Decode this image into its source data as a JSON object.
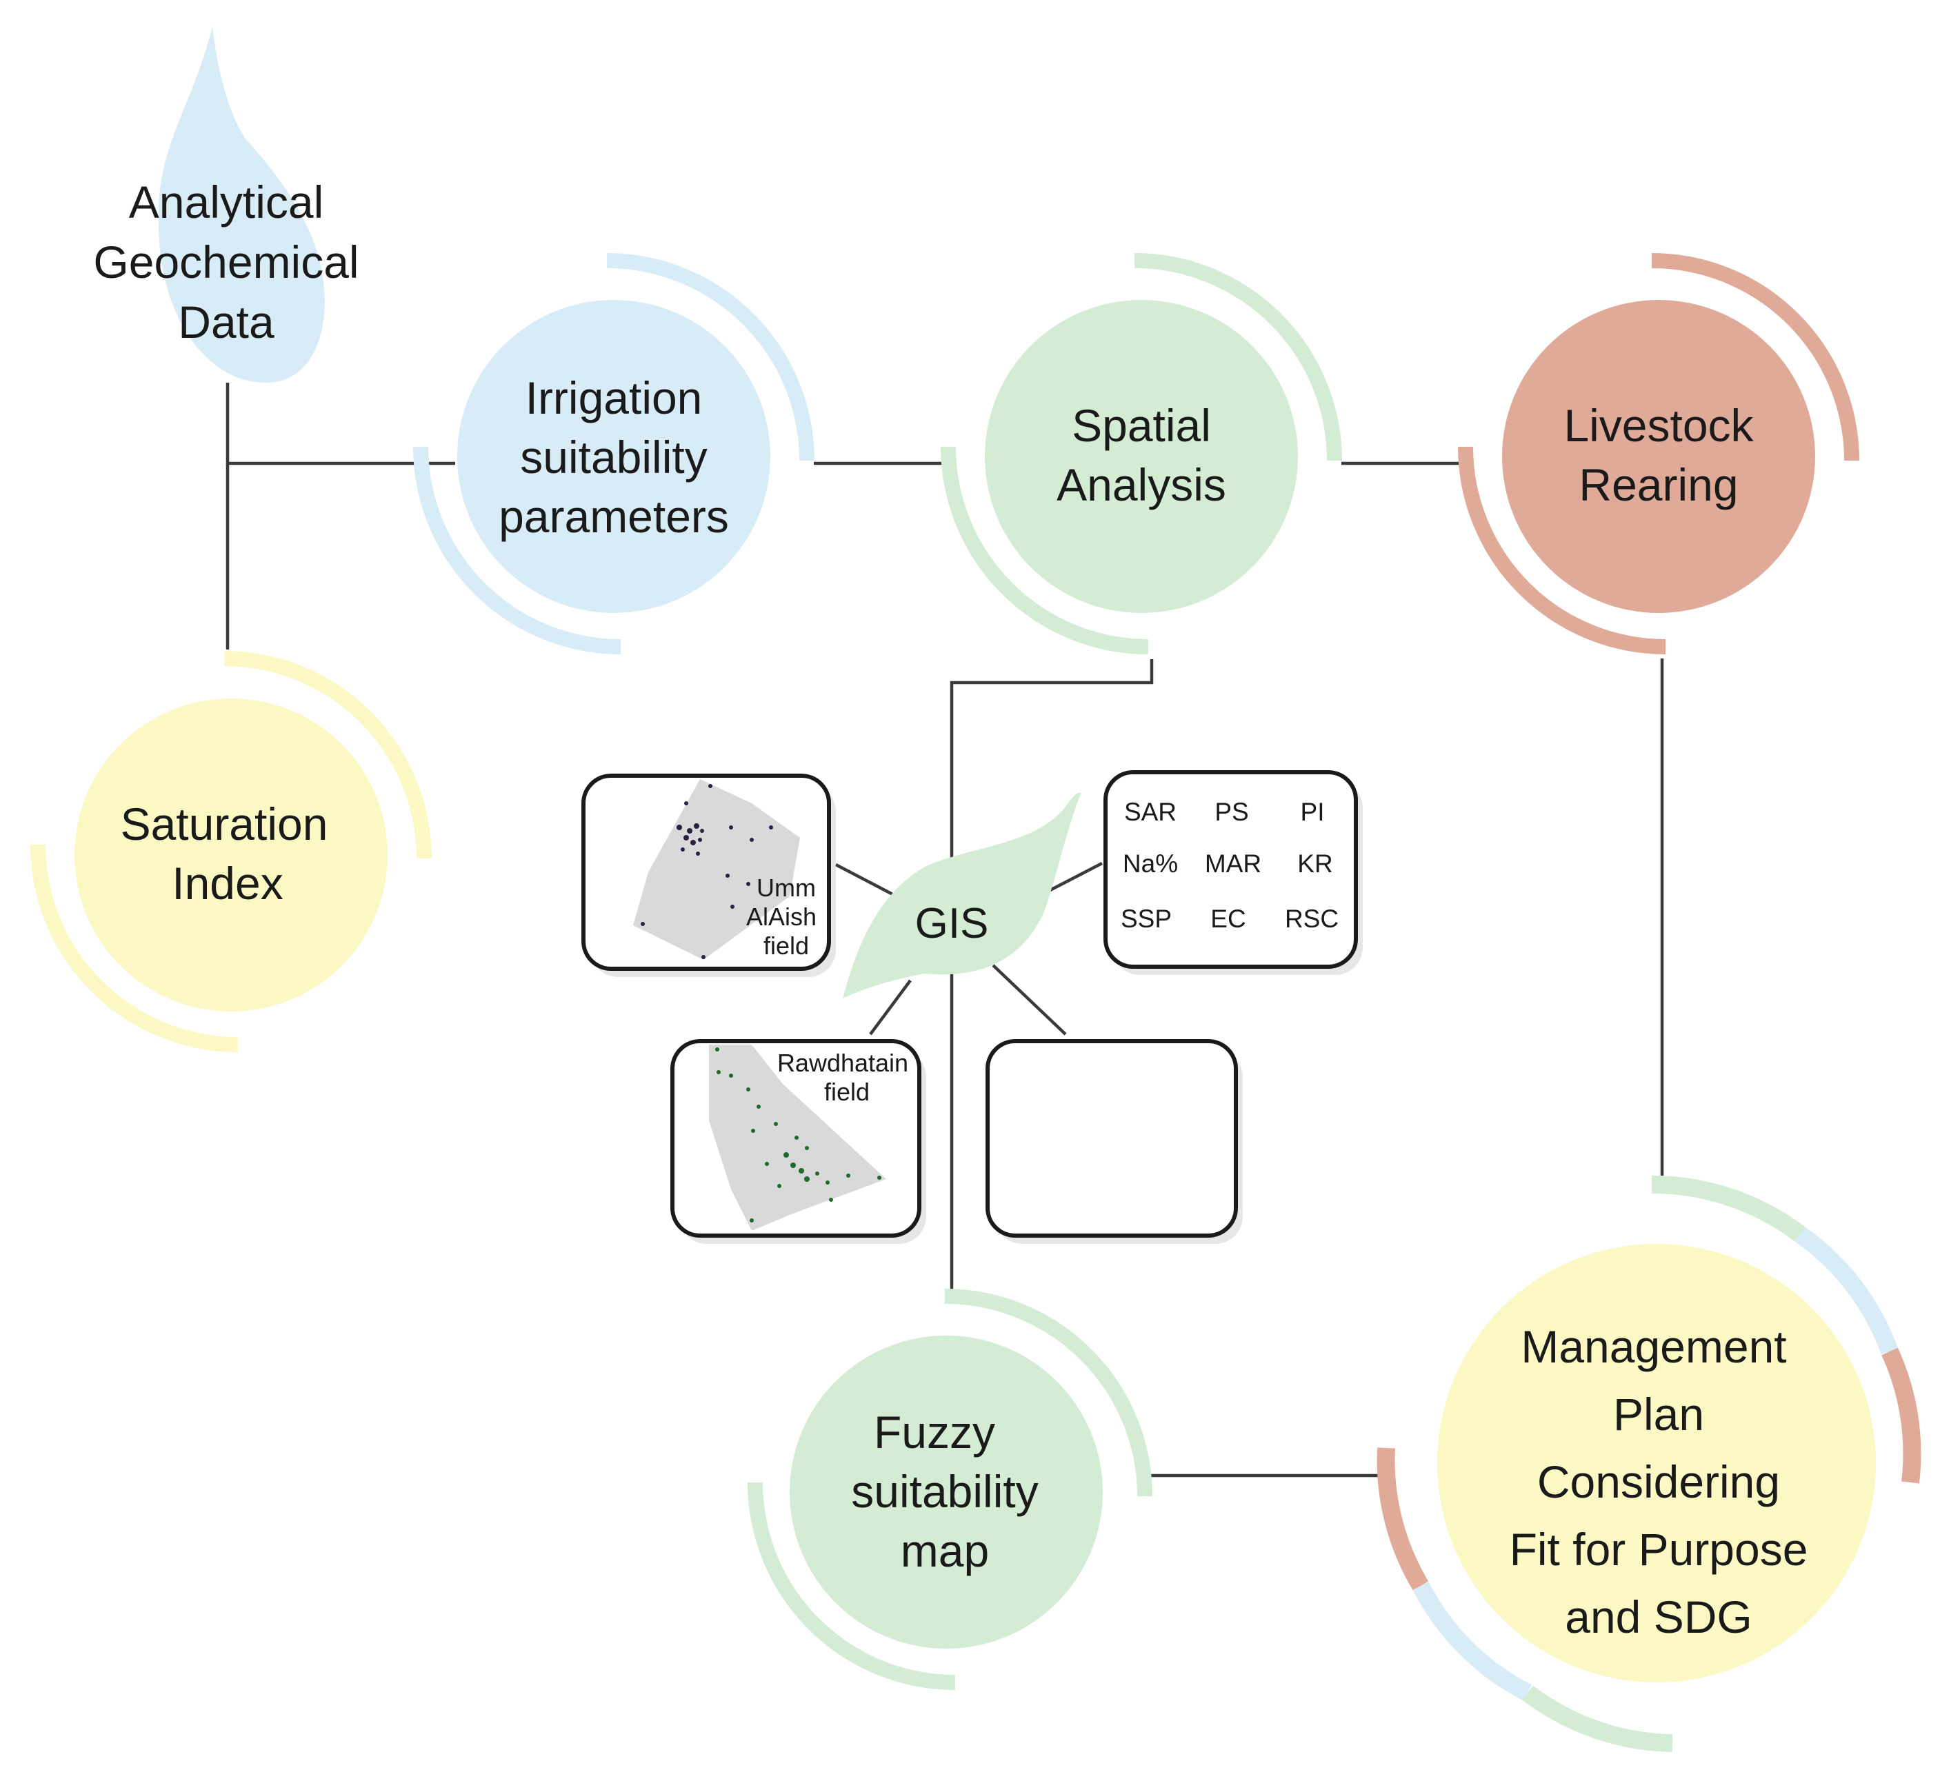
{
  "nodes": {
    "analytical": {
      "lines": [
        "Analytical",
        "Geochemical",
        "Data"
      ]
    },
    "irrigation": {
      "lines": [
        "Irrigation",
        "suitability",
        "parameters"
      ]
    },
    "spatial": {
      "lines": [
        "Spatial",
        "Analysis"
      ]
    },
    "livestock": {
      "lines": [
        "Livestock",
        "Rearing"
      ]
    },
    "saturation": {
      "lines": [
        "Saturation",
        "Index"
      ]
    },
    "fuzzy": {
      "lines": [
        "Fuzzy",
        "suitability",
        "map"
      ]
    },
    "management": {
      "lines": [
        "Management",
        "Plan",
        "Considering",
        "Fit for Purpose",
        "and SDG"
      ]
    },
    "gis": {
      "label": "GIS"
    }
  },
  "cards": {
    "umm_alaish": {
      "lines": [
        "Umm",
        "AlAish",
        "field"
      ]
    },
    "rawdhatain": {
      "lines": [
        "Rawdhatain",
        "field"
      ]
    },
    "parameters": {
      "items": [
        "SAR",
        "PS",
        "PI",
        "Na%",
        "MAR",
        "KR",
        "SSP",
        "EC",
        "RSC"
      ]
    }
  },
  "colors": {
    "blue": "#d8ecf8",
    "green": "#d3ecd3",
    "salmon": "#dfab98",
    "yellow": "#fbf8c4",
    "line": "#3a3a3a"
  }
}
